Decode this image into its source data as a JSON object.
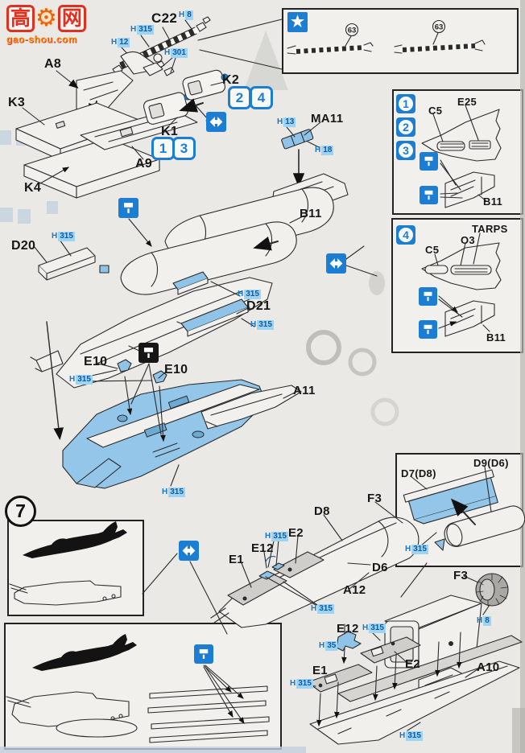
{
  "logo": {
    "char_left": "高",
    "char_right": "网",
    "site": "gao-shou.com"
  },
  "step": {
    "number": "7"
  },
  "sequence_badges": {
    "one": "1",
    "two": "2",
    "three": "3",
    "four": "4"
  },
  "paint": {
    "h": "H",
    "codes": {
      "c8": "8",
      "c12": "12",
      "c13": "13",
      "c18": "18",
      "c35": "35",
      "c301": "301",
      "c315": "315"
    }
  },
  "parts": {
    "c22": "C22",
    "a8": "A8",
    "k3": "K3",
    "k4": "K4",
    "a9": "A9",
    "k1": "K1",
    "k2": "K2",
    "ma11": "MA11",
    "b11": "B11",
    "d20": "D20",
    "d21": "D21",
    "e10": "E10",
    "a11": "A11",
    "f3": "F3",
    "d8": "D8",
    "d6": "D6",
    "e1": "E1",
    "e2": "E2",
    "e12": "E12",
    "a12": "A12",
    "a10": "A10",
    "c5": "C5",
    "e25": "E25",
    "o3": "O3",
    "tarps": "TARPS",
    "d7_d8": "D7(D8)",
    "d9_d6": "D9(D6)",
    "runner63": "63"
  }
}
